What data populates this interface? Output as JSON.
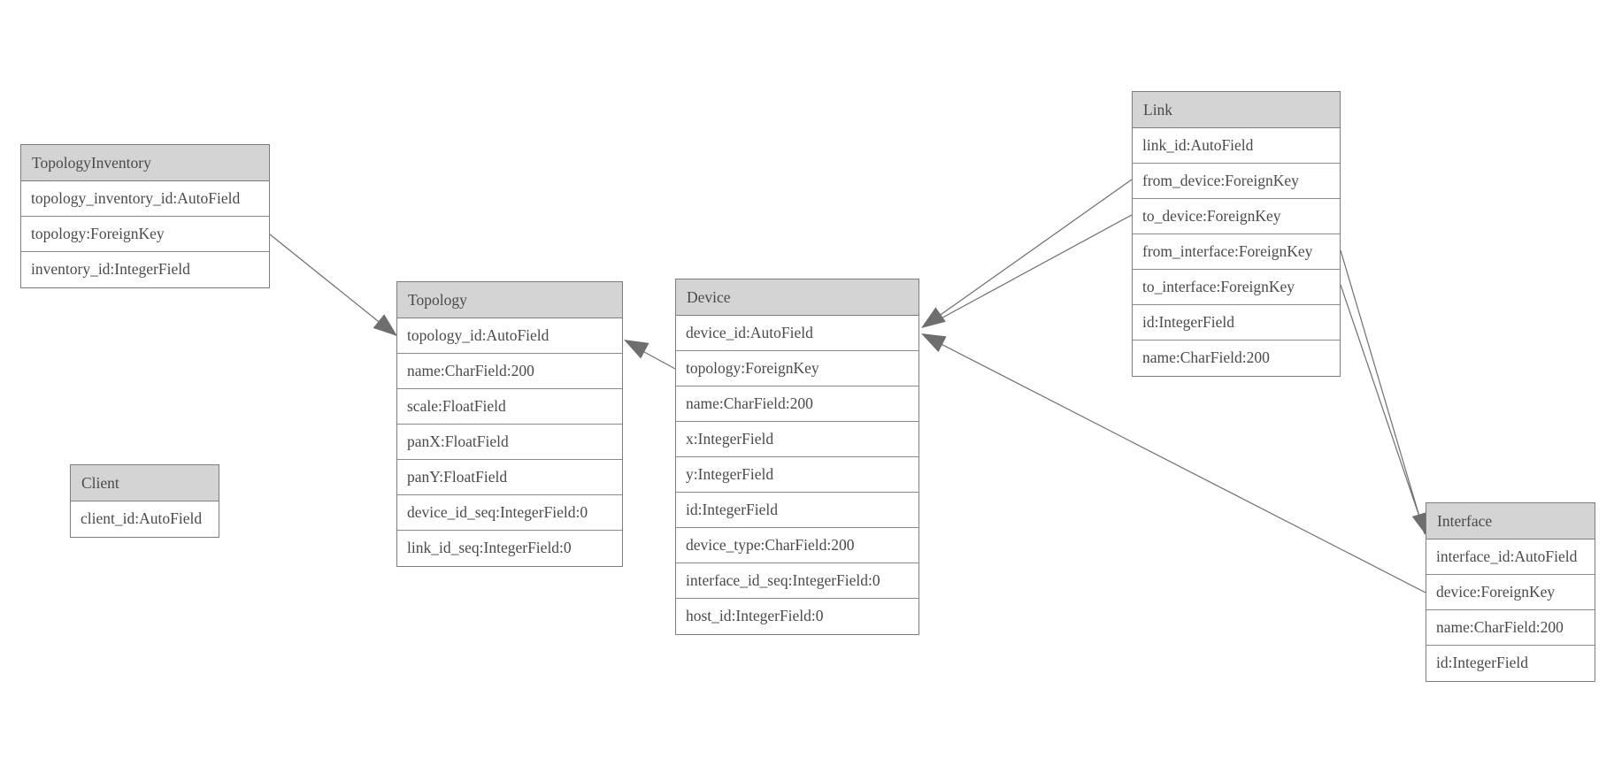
{
  "colors": {
    "background": "#ffffff",
    "header_fill": "#d4d4d4",
    "border": "#7d7d7d",
    "text": "#4a4a4a",
    "relation": "#6e6e6e"
  },
  "entities": [
    {
      "title": "TopologyInventory",
      "fields": [
        "topology_inventory_id:AutoField",
        "topology:ForeignKey",
        "inventory_id:IntegerField"
      ]
    },
    {
      "title": "Client",
      "fields": [
        "client_id:AutoField"
      ]
    },
    {
      "title": "Topology",
      "fields": [
        "topology_id:AutoField",
        "name:CharField:200",
        "scale:FloatField",
        "panX:FloatField",
        "panY:FloatField",
        "device_id_seq:IntegerField:0",
        "link_id_seq:IntegerField:0"
      ]
    },
    {
      "title": "Device",
      "fields": [
        "device_id:AutoField",
        "topology:ForeignKey",
        "name:CharField:200",
        "x:IntegerField",
        "y:IntegerField",
        "id:IntegerField",
        "device_type:CharField:200",
        "interface_id_seq:IntegerField:0",
        "host_id:IntegerField:0"
      ]
    },
    {
      "title": "Link",
      "fields": [
        "link_id:AutoField",
        "from_device:ForeignKey",
        "to_device:ForeignKey",
        "from_interface:ForeignKey",
        "to_interface:ForeignKey",
        "id:IntegerField",
        "name:CharField:200"
      ]
    },
    {
      "title": "Interface",
      "fields": [
        "interface_id:AutoField",
        "device:ForeignKey",
        "name:CharField:200",
        "id:IntegerField"
      ]
    }
  ],
  "relations": [
    {
      "from_entity": "TopologyInventory",
      "from_field": "topology:ForeignKey",
      "to_entity": "Topology",
      "to_field": "topology_id:AutoField"
    },
    {
      "from_entity": "Device",
      "from_field": "topology:ForeignKey",
      "to_entity": "Topology",
      "to_field": "topology_id:AutoField"
    },
    {
      "from_entity": "Link",
      "from_field": "from_device:ForeignKey",
      "to_entity": "Device",
      "to_field": "device_id:AutoField"
    },
    {
      "from_entity": "Link",
      "from_field": "to_device:ForeignKey",
      "to_entity": "Device",
      "to_field": "device_id:AutoField"
    },
    {
      "from_entity": "Interface",
      "from_field": "device:ForeignKey",
      "to_entity": "Device",
      "to_field": "device_id:AutoField"
    },
    {
      "from_entity": "Link",
      "from_field": "from_interface:ForeignKey",
      "to_entity": "Interface",
      "to_field": "interface_id:AutoField"
    },
    {
      "from_entity": "Link",
      "from_field": "to_interface:ForeignKey",
      "to_entity": "Interface",
      "to_field": "interface_id:AutoField"
    }
  ]
}
